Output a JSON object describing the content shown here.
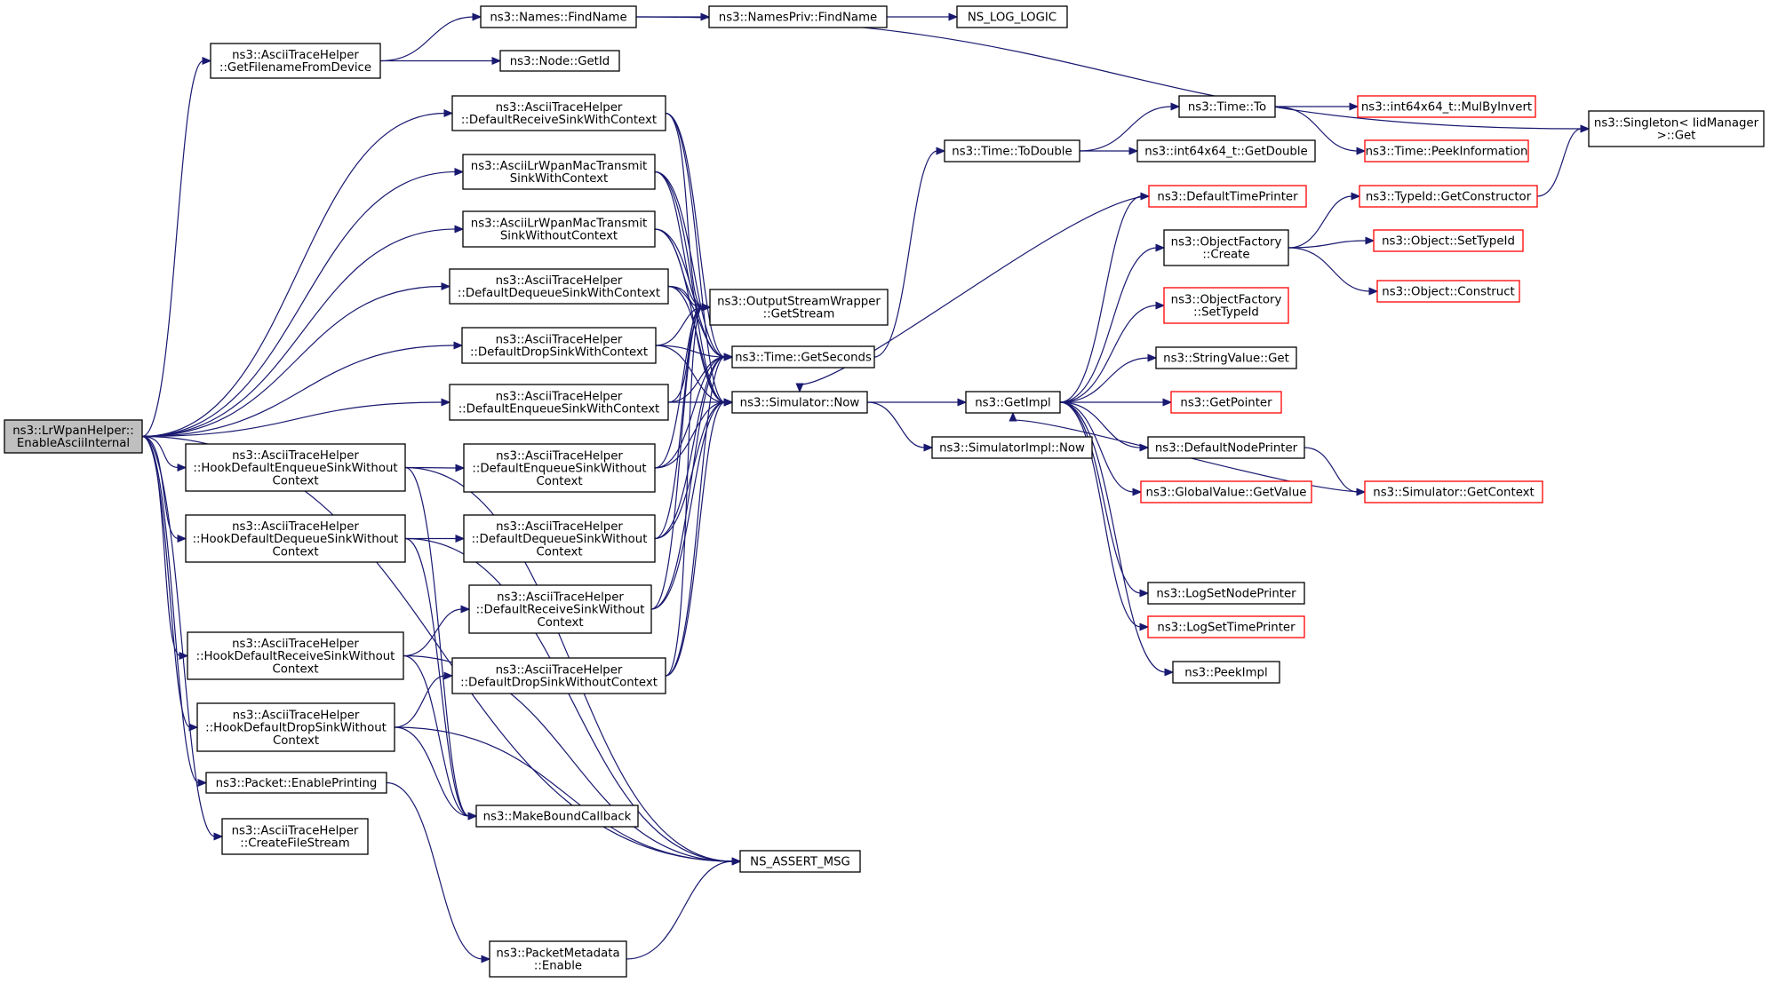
{
  "colors": {
    "edge": "#191970",
    "node_border": "#000000",
    "external_border": "#ff0000",
    "root_fill": "#bfbfbf"
  },
  "nodes": [
    {
      "id": "root",
      "lines": [
        "ns3::LrWpanHelper::",
        "EnableAsciiInternal"
      ],
      "style": "root"
    },
    {
      "id": "getfn",
      "lines": [
        "ns3::AsciiTraceHelper",
        "::GetFilenameFromDevice"
      ]
    },
    {
      "id": "namesfind",
      "lines": [
        "ns3::Names::FindName"
      ]
    },
    {
      "id": "nodegetid",
      "lines": [
        "ns3::Node::GetId"
      ]
    },
    {
      "id": "namesprivfind",
      "lines": [
        "ns3::NamesPriv::FindName"
      ]
    },
    {
      "id": "nslogic",
      "lines": [
        "NS_LOG_LOGIC"
      ]
    },
    {
      "id": "singleton",
      "lines": [
        "ns3::Singleton< IidManager",
        ">::Get"
      ]
    },
    {
      "id": "drswc",
      "lines": [
        "ns3::AsciiTraceHelper",
        "::DefaultReceiveSinkWithContext"
      ]
    },
    {
      "id": "lrtxwc",
      "lines": [
        "ns3::AsciiLrWpanMacTransmit",
        "SinkWithContext"
      ]
    },
    {
      "id": "lrtxwoc",
      "lines": [
        "ns3::AsciiLrWpanMacTransmit",
        "SinkWithoutContext"
      ]
    },
    {
      "id": "ddqwc",
      "lines": [
        "ns3::AsciiTraceHelper",
        "::DefaultDequeueSinkWithContext"
      ]
    },
    {
      "id": "ddropwc",
      "lines": [
        "ns3::AsciiTraceHelper",
        "::DefaultDropSinkWithContext"
      ]
    },
    {
      "id": "denqwc",
      "lines": [
        "ns3::AsciiTraceHelper",
        "::DefaultEnqueueSinkWithContext"
      ]
    },
    {
      "id": "hookenq",
      "lines": [
        "ns3::AsciiTraceHelper",
        "::HookDefaultEnqueueSinkWithout",
        "Context"
      ]
    },
    {
      "id": "denqwoc",
      "lines": [
        "ns3::AsciiTraceHelper",
        "::DefaultEnqueueSinkWithout",
        "Context"
      ]
    },
    {
      "id": "hookdeq",
      "lines": [
        "ns3::AsciiTraceHelper",
        "::HookDefaultDequeueSinkWithout",
        "Context"
      ]
    },
    {
      "id": "ddeqwoc",
      "lines": [
        "ns3::AsciiTraceHelper",
        "::DefaultDequeueSinkWithout",
        "Context"
      ]
    },
    {
      "id": "drcvwoc",
      "lines": [
        "ns3::AsciiTraceHelper",
        "::DefaultReceiveSinkWithout",
        "Context"
      ]
    },
    {
      "id": "hookrcv",
      "lines": [
        "ns3::AsciiTraceHelper",
        "::HookDefaultReceiveSinkWithout",
        "Context"
      ]
    },
    {
      "id": "ddropwoc",
      "lines": [
        "ns3::AsciiTraceHelper",
        "::DefaultDropSinkWithoutContext"
      ]
    },
    {
      "id": "hookdrop",
      "lines": [
        "ns3::AsciiTraceHelper",
        "::HookDefaultDropSinkWithout",
        "Context"
      ]
    },
    {
      "id": "pktenable",
      "lines": [
        "ns3::Packet::EnablePrinting"
      ]
    },
    {
      "id": "createfs",
      "lines": [
        "ns3::AsciiTraceHelper",
        "::CreateFileStream"
      ]
    },
    {
      "id": "makebound",
      "lines": [
        "ns3::MakeBoundCallback"
      ]
    },
    {
      "id": "nsassert",
      "lines": [
        "NS_ASSERT_MSG"
      ]
    },
    {
      "id": "pmeta",
      "lines": [
        "ns3::PacketMetadata",
        "::Enable"
      ]
    },
    {
      "id": "osw",
      "lines": [
        "ns3::OutputStreamWrapper",
        "::GetStream"
      ]
    },
    {
      "id": "timegetsec",
      "lines": [
        "ns3::Time::GetSeconds"
      ]
    },
    {
      "id": "simnow",
      "lines": [
        "ns3::Simulator::Now"
      ]
    },
    {
      "id": "todouble",
      "lines": [
        "ns3::Time::ToDouble"
      ]
    },
    {
      "id": "timeto",
      "lines": [
        "ns3::Time::To"
      ]
    },
    {
      "id": "i64getd",
      "lines": [
        "ns3::int64x64_t::GetDouble"
      ]
    },
    {
      "id": "mulinv",
      "lines": [
        "ns3::int64x64_t::MulByInvert"
      ],
      "style": "ext"
    },
    {
      "id": "peekinfo",
      "lines": [
        "ns3::Time::PeekInformation"
      ],
      "style": "ext"
    },
    {
      "id": "geti",
      "lines": [
        "ns3::GetImpl"
      ]
    },
    {
      "id": "simimplnow",
      "lines": [
        "ns3::SimulatorImpl::Now"
      ]
    },
    {
      "id": "deftimep",
      "lines": [
        "ns3::DefaultTimePrinter"
      ],
      "style": "ext"
    },
    {
      "id": "ofcreate",
      "lines": [
        "ns3::ObjectFactory",
        "::Create"
      ]
    },
    {
      "id": "ofsettid",
      "lines": [
        "ns3::ObjectFactory",
        "::SetTypeId"
      ],
      "style": "ext"
    },
    {
      "id": "strget",
      "lines": [
        "ns3::StringValue::Get"
      ]
    },
    {
      "id": "getptr",
      "lines": [
        "ns3::GetPointer"
      ],
      "style": "ext"
    },
    {
      "id": "defnodep",
      "lines": [
        "ns3::DefaultNodePrinter"
      ]
    },
    {
      "id": "gvget",
      "lines": [
        "ns3::GlobalValue::GetValue"
      ],
      "style": "ext"
    },
    {
      "id": "logsetnode",
      "lines": [
        "ns3::LogSetNodePrinter"
      ]
    },
    {
      "id": "logsettime",
      "lines": [
        "ns3::LogSetTimePrinter"
      ],
      "style": "ext"
    },
    {
      "id": "peekimpl",
      "lines": [
        "ns3::PeekImpl"
      ]
    },
    {
      "id": "tidgetctor",
      "lines": [
        "ns3::TypeId::GetConstructor"
      ],
      "style": "ext"
    },
    {
      "id": "objsettid",
      "lines": [
        "ns3::Object::SetTypeId"
      ],
      "style": "ext"
    },
    {
      "id": "objconstruct",
      "lines": [
        "ns3::Object::Construct"
      ],
      "style": "ext"
    },
    {
      "id": "simgetctx",
      "lines": [
        "ns3::Simulator::GetContext"
      ],
      "style": "ext"
    }
  ],
  "edges": [
    [
      "root",
      "getfn"
    ],
    [
      "root",
      "drswc"
    ],
    [
      "root",
      "lrtxwc"
    ],
    [
      "root",
      "lrtxwoc"
    ],
    [
      "root",
      "ddqwc"
    ],
    [
      "root",
      "ddropwc"
    ],
    [
      "root",
      "denqwc"
    ],
    [
      "root",
      "hookenq"
    ],
    [
      "root",
      "hookdeq"
    ],
    [
      "root",
      "hookrcv"
    ],
    [
      "root",
      "hookdrop"
    ],
    [
      "root",
      "pktenable"
    ],
    [
      "root",
      "createfs"
    ],
    [
      "root",
      "nsassert"
    ],
    [
      "getfn",
      "namesfind"
    ],
    [
      "getfn",
      "nodegetid"
    ],
    [
      "namesfind",
      "namesprivfind"
    ],
    [
      "namesfind",
      "singleton"
    ],
    [
      "namesprivfind",
      "nslogic"
    ],
    [
      "drswc",
      "osw"
    ],
    [
      "drswc",
      "timegetsec"
    ],
    [
      "drswc",
      "simnow"
    ],
    [
      "lrtxwc",
      "osw"
    ],
    [
      "lrtxwc",
      "timegetsec"
    ],
    [
      "lrtxwc",
      "simnow"
    ],
    [
      "lrtxwoc",
      "osw"
    ],
    [
      "lrtxwoc",
      "timegetsec"
    ],
    [
      "lrtxwoc",
      "simnow"
    ],
    [
      "ddqwc",
      "osw"
    ],
    [
      "ddqwc",
      "timegetsec"
    ],
    [
      "ddqwc",
      "simnow"
    ],
    [
      "ddropwc",
      "osw"
    ],
    [
      "ddropwc",
      "timegetsec"
    ],
    [
      "ddropwc",
      "simnow"
    ],
    [
      "denqwc",
      "osw"
    ],
    [
      "denqwc",
      "timegetsec"
    ],
    [
      "denqwc",
      "simnow"
    ],
    [
      "hookenq",
      "denqwoc"
    ],
    [
      "hookenq",
      "makebound"
    ],
    [
      "hookenq",
      "nsassert"
    ],
    [
      "hookdeq",
      "ddeqwoc"
    ],
    [
      "hookdeq",
      "makebound"
    ],
    [
      "hookdeq",
      "nsassert"
    ],
    [
      "hookrcv",
      "drcvwoc"
    ],
    [
      "hookrcv",
      "makebound"
    ],
    [
      "hookrcv",
      "nsassert"
    ],
    [
      "hookdrop",
      "ddropwoc"
    ],
    [
      "hookdrop",
      "makebound"
    ],
    [
      "hookdrop",
      "nsassert"
    ],
    [
      "denqwoc",
      "osw"
    ],
    [
      "denqwoc",
      "timegetsec"
    ],
    [
      "denqwoc",
      "simnow"
    ],
    [
      "ddeqwoc",
      "osw"
    ],
    [
      "ddeqwoc",
      "timegetsec"
    ],
    [
      "ddeqwoc",
      "simnow"
    ],
    [
      "drcvwoc",
      "osw"
    ],
    [
      "drcvwoc",
      "timegetsec"
    ],
    [
      "drcvwoc",
      "simnow"
    ],
    [
      "ddropwoc",
      "osw"
    ],
    [
      "ddropwoc",
      "timegetsec"
    ],
    [
      "ddropwoc",
      "simnow"
    ],
    [
      "pktenable",
      "pmeta"
    ],
    [
      "pmeta",
      "nsassert"
    ],
    [
      "timegetsec",
      "todouble"
    ],
    [
      "todouble",
      "timeto"
    ],
    [
      "todouble",
      "i64getd"
    ],
    [
      "timeto",
      "mulinv"
    ],
    [
      "timeto",
      "peekinfo"
    ],
    [
      "simnow",
      "geti"
    ],
    [
      "simnow",
      "simimplnow"
    ],
    [
      "geti",
      "deftimep"
    ],
    [
      "geti",
      "ofcreate"
    ],
    [
      "geti",
      "ofsettid"
    ],
    [
      "geti",
      "strget"
    ],
    [
      "geti",
      "getptr"
    ],
    [
      "geti",
      "defnodep"
    ],
    [
      "geti",
      "gvget"
    ],
    [
      "geti",
      "logsetnode"
    ],
    [
      "geti",
      "logsettime"
    ],
    [
      "geti",
      "peekimpl"
    ],
    [
      "deftimep",
      "simnow"
    ],
    [
      "ofcreate",
      "tidgetctor"
    ],
    [
      "ofcreate",
      "objsettid"
    ],
    [
      "ofcreate",
      "objconstruct"
    ],
    [
      "tidgetctor",
      "singleton"
    ],
    [
      "defnodep",
      "simgetctx"
    ],
    [
      "simgetctx",
      "geti"
    ]
  ]
}
